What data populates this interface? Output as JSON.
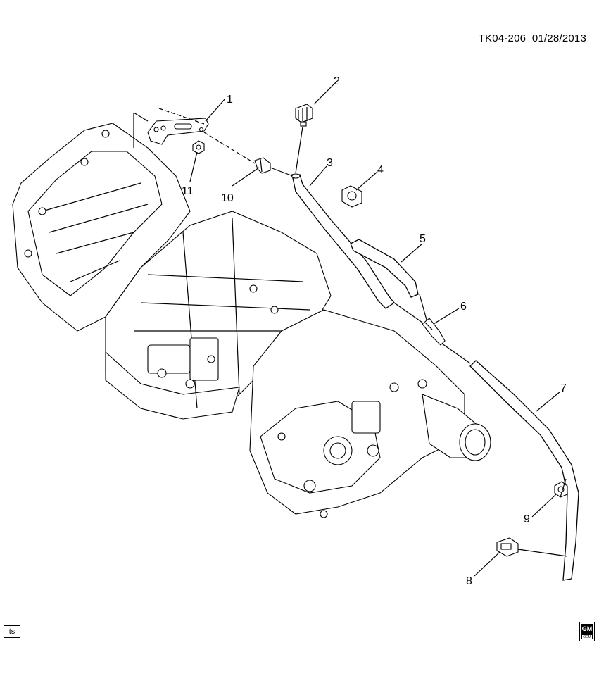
{
  "header": {
    "code": "TK04-206",
    "date": "01/28/2013"
  },
  "footer": {
    "ts_label": "ts",
    "logo_text": "GM",
    "logo_sub": "OEM"
  },
  "callouts": [
    "1",
    "2",
    "3",
    "4",
    "5",
    "6",
    "7",
    "8",
    "9",
    "10",
    "11"
  ]
}
